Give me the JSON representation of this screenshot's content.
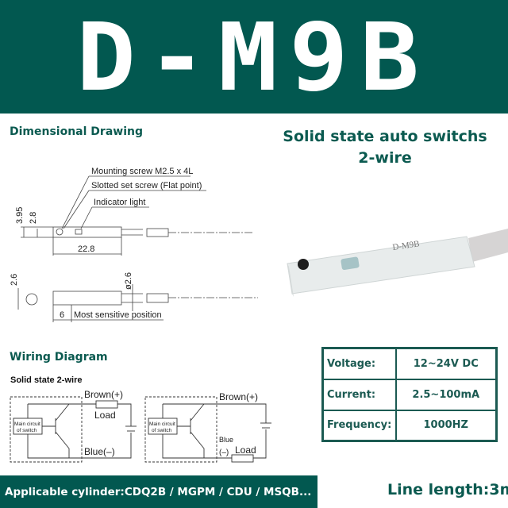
{
  "banner": {
    "title": "D-M9B",
    "bg_color": "#025850"
  },
  "dimensional": {
    "heading": "Dimensional Drawing",
    "labels": {
      "mounting_screw": "Mounting screw M2.5 x 4L",
      "set_screw": "Slotted set screw (Flat point)",
      "indicator": "Indicator light",
      "dim_395": "3.95",
      "dim_28": "2.8",
      "dim_228": "22.8",
      "dim_26_left": "2.6",
      "dim_phi26": "ø2.6",
      "dim_6": "6",
      "most_sensitive": "Most sensitive position"
    }
  },
  "product": {
    "subtitle_line1": "Solid state auto switchs",
    "subtitle_line2": "2-wire",
    "body_marking": "D-M9B"
  },
  "wiring": {
    "heading": "Wiring Diagram",
    "subheading": "Solid state 2-wire",
    "left": {
      "brown": "Brown(+)",
      "load": "Load",
      "blue": "Blue(–)",
      "circuit_line1": "Main circuit",
      "circuit_line2": "of switch"
    },
    "right": {
      "brown": "Brown(+)",
      "load": "Load",
      "blue_line1": "Blue",
      "blue_line2": "(–)",
      "circuit_line1": "Main circuit",
      "circuit_line2": "of switch"
    }
  },
  "specs": {
    "rows": [
      {
        "key": "Voltage:",
        "value": "12~24V DC"
      },
      {
        "key": "Current:",
        "value": "2.5~100mA"
      },
      {
        "key": "Frequency:",
        "value": "1000HZ"
      }
    ]
  },
  "footer": {
    "applicable": "Applicable cylinder:CDQ2B / MGPM / CDU / MSQB...",
    "line_length": "Line length:3m"
  }
}
